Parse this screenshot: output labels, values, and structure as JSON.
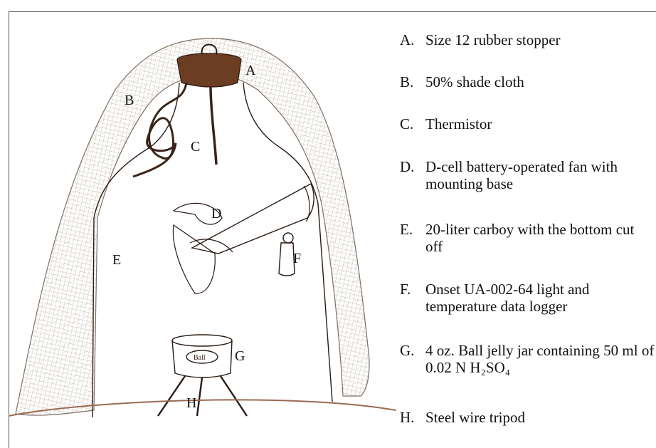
{
  "labels": {
    "a": "A",
    "b": "B",
    "c": "C",
    "d": "D",
    "e": "E",
    "f": "F",
    "g": "G",
    "h": "H"
  },
  "legend": [
    {
      "key": "A.",
      "text": "Size 12 rubber stopper"
    },
    {
      "key": "B.",
      "text": "50% shade cloth"
    },
    {
      "key": "C.",
      "text": "Thermistor"
    },
    {
      "key": "D.",
      "text": "D-cell battery-operated fan with mounting base"
    },
    {
      "key": "E.",
      "text": "20-liter carboy with the bottom cut off"
    },
    {
      "key": "F.",
      "text": "Onset UA-002-64 light and temperature data logger"
    },
    {
      "key": "G.",
      "text": "4 oz. Ball jelly jar containing 50 ml of 0.02 N H₂SO₄"
    },
    {
      "key": "H.",
      "text": "Steel wire tripod"
    }
  ],
  "jar_label": "Ball",
  "colors": {
    "ink": "#2a1a12",
    "stopper": "#6b3d22",
    "cloth": "#b9b0a2",
    "ground": "#9a6a52"
  }
}
